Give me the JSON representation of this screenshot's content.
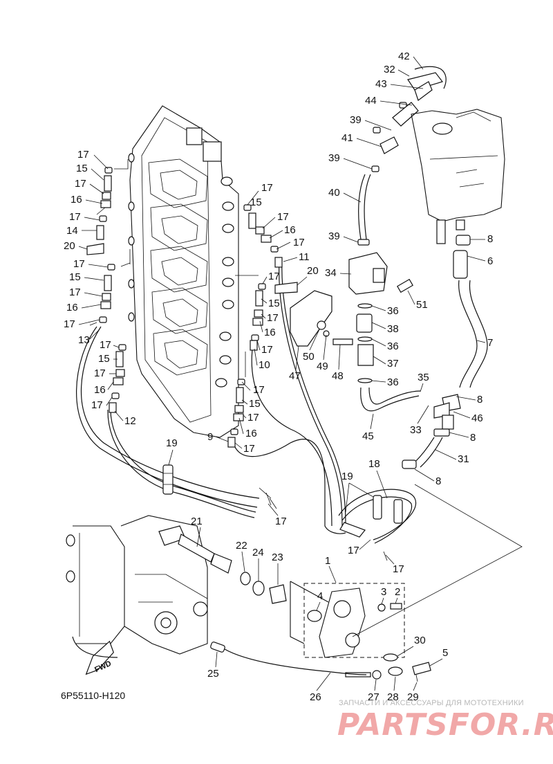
{
  "diagram_code": "6P55110-H120",
  "fwd_label": "FWD",
  "watermark": {
    "tagline": "ЗАПЧАСТИ И АКСЕССУАРЫ ДЛЯ МОТОТЕХНИКИ",
    "logo": "PARTSFOR.RU"
  },
  "callouts": [
    "1",
    "2",
    "3",
    "4",
    "5",
    "6",
    "7",
    "8",
    "9",
    "10",
    "11",
    "12",
    "13",
    "14",
    "15",
    "16",
    "17",
    "18",
    "19",
    "20",
    "21",
    "22",
    "23",
    "24",
    "25",
    "26",
    "27",
    "28",
    "29",
    "30",
    "31",
    "32",
    "33",
    "34",
    "35",
    "36",
    "37",
    "38",
    "39",
    "40",
    "41",
    "42",
    "43",
    "44",
    "45",
    "46",
    "47",
    "48",
    "49",
    "50",
    "51"
  ]
}
